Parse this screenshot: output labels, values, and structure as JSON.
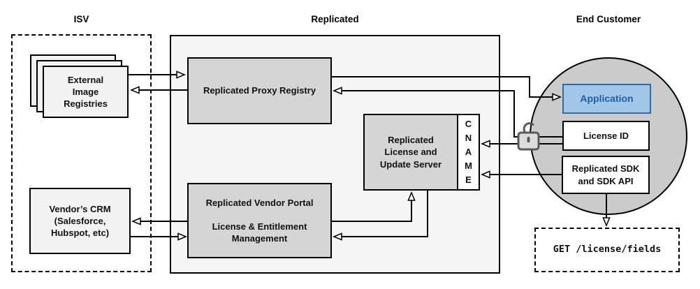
{
  "labels": {
    "isv": "ISV",
    "replicated": "Replicated",
    "end_customer": "End Customer"
  },
  "nodes": {
    "registries": "External\nImage\nRegistries",
    "crm": "Vendor’s CRM\n(Salesforce,\nHubspot, etc)",
    "proxy": "Replicated Proxy Registry",
    "license_server": "Replicated\nLicense and\nUpdate Server",
    "cname": "C\nN\nA\nM\nE",
    "portal": "Replicated Vendor Portal\n\nLicense & Entitlement\nManagement",
    "application": "Application",
    "license_id": "License ID",
    "sdk": "Replicated SDK\nand SDK API",
    "api_request": "GET /license/fields"
  },
  "icons": {
    "lock": "open-padlock"
  },
  "colors": {
    "canvas_bg": "#ffffff",
    "container_fill": "#f5f5f5",
    "light_fill": "#f2f2f2",
    "mid_fill": "#d5d5d5",
    "circle_fill": "#cbcbcb",
    "white_fill": "#ffffff",
    "stroke": "#000000",
    "app_fill": "#a3c7e8",
    "app_border": "#2e6da4",
    "app_text": "#1f5fa8",
    "lock_color": "#5a5a5a"
  }
}
